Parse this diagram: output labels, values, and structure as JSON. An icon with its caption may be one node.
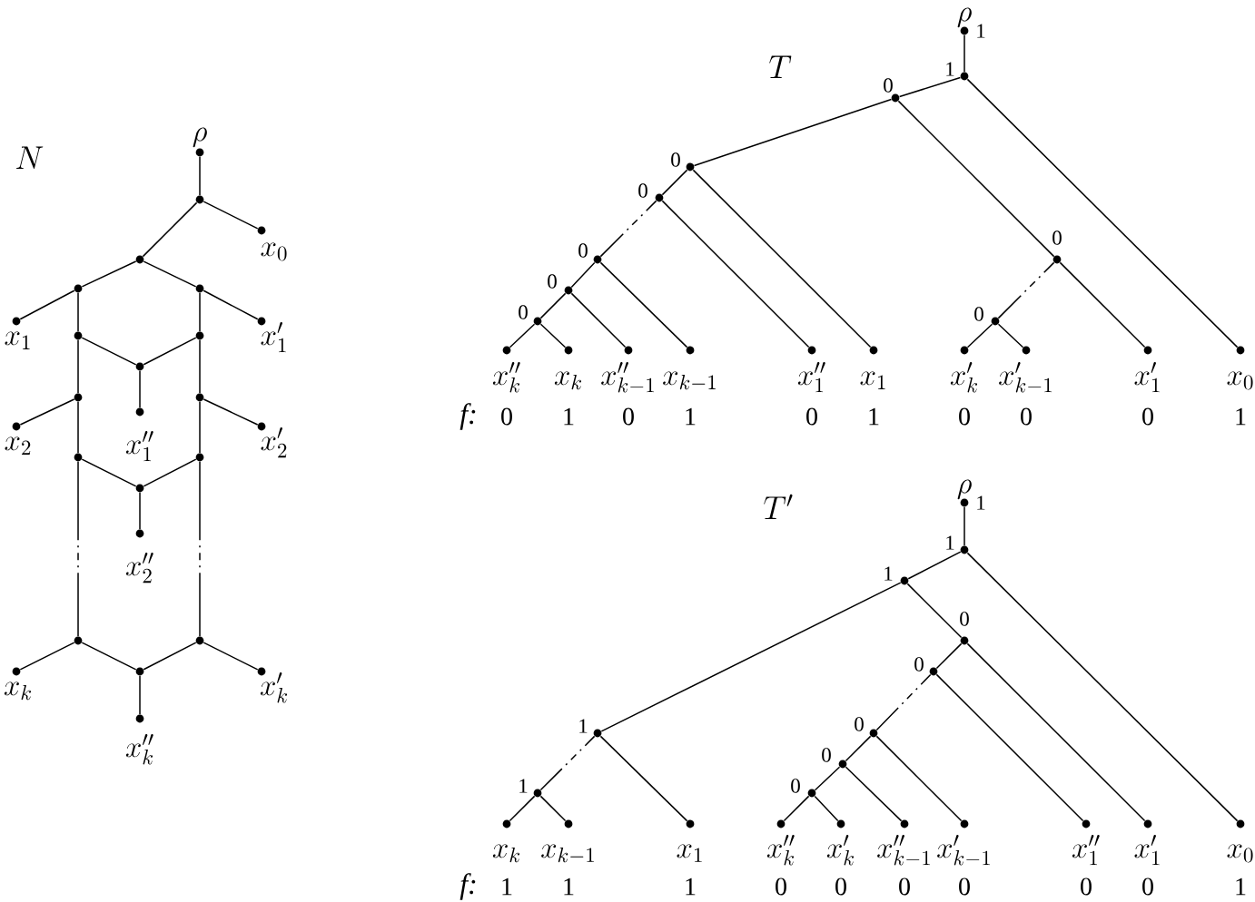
{
  "diagram": {
    "nodes": [
      {
        "text": [
          "\\rho"
        ]
      },
      {
        "text": [],
        "shape": "circle"
      },
      {
        "text": [
          "x_0"
        ]
      },
      {
        "text": [],
        "shape": "circle"
      },
      {
        "text": [],
        "shape": "circle"
      },
      {
        "text": [],
        "shape": "circle"
      },
      {
        "text": [
          "x_1"
        ]
      },
      {
        "text": [
          "x'_1"
        ]
      },
      {
        "text": [],
        "shape": "circle"
      },
      {
        "text": [],
        "shape": "circle"
      },
      {
        "text": [],
        "shape": "circle"
      },
      {
        "text": [],
        "shape": "circle"
      },
      {
        "text": [],
        "shape": "circle"
      },
      {
        "text": [
          "x''_1"
        ]
      },
      {
        "text": [
          "x_2"
        ]
      },
      {
        "text": [
          "x'_2"
        ]
      },
      {
        "text": [],
        "shape": "circle"
      },
      {
        "text": [],
        "shape": "circle"
      },
      {
        "text": [],
        "shape": "circle"
      },
      {
        "text": [
          "x''_2"
        ]
      },
      {
        "text": [],
        "shape": "circle"
      },
      {
        "text": [],
        "shape": "circle"
      },
      {
        "text": [
          "x_k"
        ]
      },
      {
        "text": [],
        "shape": "circle"
      },
      {
        "text": [
          "x'_k"
        ]
      },
      {
        "text": [
          "x''_k"
        ]
      },
      {
        "text": [
          "\\rho"
        ],
        "beside": [
          "1"
        ]
      },
      {
        "text": [],
        "shape": "circle",
        "beside": [
          "1"
        ]
      },
      {
        "text": [],
        "shape": "circle",
        "beside": [
          "0"
        ]
      },
      {
        "text": [],
        "shape": "circle",
        "beside": [
          "0"
        ]
      },
      {
        "text": [],
        "shape": "circle",
        "beside": [
          "0"
        ]
      },
      {
        "text": [],
        "shape": "circle",
        "beside": [
          "0"
        ]
      },
      {
        "text": [],
        "shape": "circle",
        "beside": [
          "0"
        ]
      },
      {
        "text": [],
        "shape": "circle",
        "beside": [
          "0"
        ]
      },
      {
        "text": [],
        "shape": "circle",
        "beside": [
          "0"
        ]
      },
      {
        "text": [],
        "shape": "circle",
        "beside": [
          "0"
        ]
      },
      {
        "text": [
          "x''_k"
        ],
        "beside": [
          "0"
        ]
      },
      {
        "text": [
          "x_k"
        ],
        "beside": [
          "1"
        ]
      },
      {
        "text": [
          "x''_{k-1}"
        ],
        "beside": [
          "0"
        ]
      },
      {
        "text": [
          "x_{k-1}"
        ],
        "beside": [
          "1"
        ]
      },
      {
        "text": [
          "x''_1"
        ],
        "beside": [
          "0"
        ]
      },
      {
        "text": [
          "x_1"
        ],
        "beside": [
          "1"
        ]
      },
      {
        "text": [
          "x'_k"
        ],
        "beside": [
          "0"
        ]
      },
      {
        "text": [
          "x'_{k-1}"
        ],
        "beside": [
          "0"
        ]
      },
      {
        "text": [
          "x'_1"
        ],
        "beside": [
          "0"
        ]
      },
      {
        "text": [
          "x_0"
        ],
        "beside": [
          "1"
        ]
      },
      {
        "text": [
          "\\rho"
        ],
        "beside": [
          "1"
        ]
      },
      {
        "text": [],
        "shape": "circle",
        "beside": [
          "1"
        ]
      },
      {
        "text": [],
        "shape": "circle",
        "beside": [
          "1"
        ]
      },
      {
        "text": [],
        "shape": "circle",
        "beside": [
          "0"
        ]
      },
      {
        "text": [],
        "shape": "circle",
        "beside": [
          "0"
        ]
      },
      {
        "text": [],
        "shape": "circle",
        "beside": [
          "1"
        ]
      },
      {
        "text": [],
        "shape": "circle",
        "beside": [
          "0"
        ]
      },
      {
        "text": [],
        "shape": "circle",
        "beside": [
          "0"
        ]
      },
      {
        "text": [],
        "shape": "circle",
        "beside": [
          "1"
        ]
      },
      {
        "text": [],
        "shape": "circle",
        "beside": [
          "0"
        ]
      },
      {
        "text": [
          "x_k"
        ],
        "beside": [
          "1"
        ]
      },
      {
        "text": [
          "x_{k-1}"
        ],
        "beside": [
          "1"
        ]
      },
      {
        "text": [
          "x_1"
        ],
        "beside": [
          "1"
        ]
      },
      {
        "text": [
          "x''_k"
        ],
        "beside": [
          "0"
        ]
      },
      {
        "text": [
          "x'_k"
        ],
        "beside": [
          "0"
        ]
      },
      {
        "text": [
          "x''_{k-1}"
        ],
        "beside": [
          "0"
        ]
      },
      {
        "text": [
          "x'_{k-1}"
        ],
        "beside": [
          "0"
        ]
      },
      {
        "text": [
          "x''_1"
        ],
        "beside": [
          "0"
        ]
      },
      {
        "text": [
          "x'_1"
        ],
        "beside": [
          "0"
        ]
      },
      {
        "text": [
          "x_0"
        ],
        "beside": [
          "1"
        ]
      }
    ],
    "edges": [
      {
        "from": 0,
        "to": 1,
        "arrow": "none"
      },
      {
        "from": 1,
        "to": 2,
        "arrow": "none"
      },
      {
        "from": 1,
        "to": 3,
        "arrow": "none"
      },
      {
        "from": 3,
        "to": 4,
        "arrow": "none"
      },
      {
        "from": 3,
        "to": 5,
        "arrow": "none"
      },
      {
        "from": 4,
        "to": 6,
        "arrow": "none"
      },
      {
        "from": 5,
        "to": 7,
        "arrow": "none"
      },
      {
        "from": 4,
        "to": 8,
        "arrow": "none"
      },
      {
        "from": 5,
        "to": 9,
        "arrow": "none"
      },
      {
        "from": 8,
        "to": 10,
        "arrow": "none"
      },
      {
        "from": 9,
        "to": 10,
        "arrow": "none"
      },
      {
        "from": 10,
        "to": 13,
        "arrow": "none"
      },
      {
        "from": 8,
        "to": 11,
        "arrow": "none"
      },
      {
        "from": 9,
        "to": 12,
        "arrow": "none"
      },
      {
        "from": 11,
        "to": 14,
        "arrow": "none"
      },
      {
        "from": 12,
        "to": 15,
        "arrow": "none"
      },
      {
        "from": 11,
        "to": 16,
        "arrow": "none"
      },
      {
        "from": 12,
        "to": 17,
        "arrow": "none"
      },
      {
        "from": 16,
        "to": 18,
        "arrow": "none"
      },
      {
        "from": 17,
        "to": 18,
        "arrow": "none"
      },
      {
        "from": 18,
        "to": 19,
        "arrow": "none"
      },
      {
        "from": 16,
        "to": 20,
        "arrow": "none",
        "style": "dashed"
      },
      {
        "from": 17,
        "to": 21,
        "arrow": "none",
        "style": "dashed"
      },
      {
        "from": 20,
        "to": 22,
        "arrow": "none"
      },
      {
        "from": 20,
        "to": 23,
        "arrow": "none"
      },
      {
        "from": 21,
        "to": 23,
        "arrow": "none"
      },
      {
        "from": 21,
        "to": 24,
        "arrow": "none"
      },
      {
        "from": 23,
        "to": 25,
        "arrow": "none"
      },
      {
        "from": 26,
        "to": 27,
        "arrow": "none"
      },
      {
        "from": 27,
        "to": 28,
        "arrow": "none"
      },
      {
        "from": 27,
        "to": 45,
        "arrow": "none"
      },
      {
        "from": 28,
        "to": 29,
        "arrow": "none"
      },
      {
        "from": 28,
        "to": 31,
        "arrow": "none"
      },
      {
        "from": 29,
        "to": 30,
        "arrow": "none"
      },
      {
        "from": 29,
        "to": 41,
        "arrow": "none"
      },
      {
        "from": 30,
        "to": 32,
        "arrow": "none",
        "style": "dashed"
      },
      {
        "from": 30,
        "to": 40,
        "arrow": "none"
      },
      {
        "from": 32,
        "to": 33,
        "arrow": "none"
      },
      {
        "from": 32,
        "to": 39,
        "arrow": "none"
      },
      {
        "from": 33,
        "to": 34,
        "arrow": "none"
      },
      {
        "from": 33,
        "to": 38,
        "arrow": "none"
      },
      {
        "from": 34,
        "to": 36,
        "arrow": "none"
      },
      {
        "from": 34,
        "to": 37,
        "arrow": "none"
      },
      {
        "from": 31,
        "to": 35,
        "arrow": "none",
        "style": "dashed"
      },
      {
        "from": 31,
        "to": 44,
        "arrow": "none"
      },
      {
        "from": 35,
        "to": 42,
        "arrow": "none"
      },
      {
        "from": 35,
        "to": 43,
        "arrow": "none"
      },
      {
        "from": 46,
        "to": 47,
        "arrow": "none"
      },
      {
        "from": 47,
        "to": 48,
        "arrow": "none"
      },
      {
        "from": 47,
        "to": 65,
        "arrow": "none"
      },
      {
        "from": 48,
        "to": 51,
        "arrow": "none"
      },
      {
        "from": 48,
        "to": 49,
        "arrow": "none"
      },
      {
        "from": 51,
        "to": 54,
        "arrow": "none",
        "style": "dashed"
      },
      {
        "from": 51,
        "to": 58,
        "arrow": "none"
      },
      {
        "from": 54,
        "to": 56,
        "arrow": "none"
      },
      {
        "from": 54,
        "to": 57,
        "arrow": "none"
      },
      {
        "from": 49,
        "to": 50,
        "arrow": "none"
      },
      {
        "from": 49,
        "to": 64,
        "arrow": "none"
      },
      {
        "from": 50,
        "to": 52,
        "arrow": "none",
        "style": "dashed"
      },
      {
        "from": 50,
        "to": 63,
        "arrow": "none"
      },
      {
        "from": 52,
        "to": 53,
        "arrow": "none"
      },
      {
        "from": 52,
        "to": 62,
        "arrow": "none"
      },
      {
        "from": 53,
        "to": 55,
        "arrow": "none"
      },
      {
        "from": 53,
        "to": 61,
        "arrow": "none"
      },
      {
        "from": 55,
        "to": 59,
        "arrow": "none"
      },
      {
        "from": 55,
        "to": 60,
        "arrow": "none"
      }
    ],
    "labels": [
      "N",
      "T",
      "f:",
      "T'",
      "f:"
    ]
  }
}
